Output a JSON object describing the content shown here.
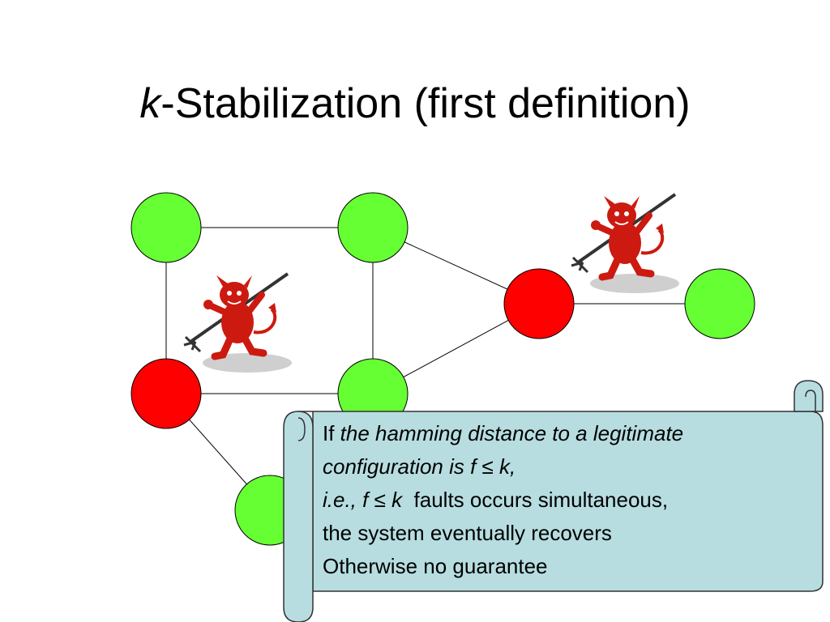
{
  "title": {
    "variable": "k",
    "rest": "-Stabilization (first definition)"
  },
  "colors": {
    "legitimate_node": "#66ff33",
    "faulty_node": "#ff0000",
    "scroll_fill": "#b7dde0",
    "devil_red": "#cc1a10"
  },
  "nodes": [
    {
      "id": "n1",
      "state": "legitimate"
    },
    {
      "id": "n2",
      "state": "legitimate"
    },
    {
      "id": "n3",
      "state": "faulty"
    },
    {
      "id": "n4",
      "state": "legitimate"
    },
    {
      "id": "n5",
      "state": "faulty"
    },
    {
      "id": "n6",
      "state": "legitimate"
    },
    {
      "id": "n7",
      "state": "legitimate"
    }
  ],
  "edges": [
    [
      "n1",
      "n2"
    ],
    [
      "n1",
      "n3"
    ],
    [
      "n2",
      "n4"
    ],
    [
      "n2",
      "n5"
    ],
    [
      "n3",
      "n4"
    ],
    [
      "n4",
      "n5"
    ],
    [
      "n5",
      "n6"
    ],
    [
      "n3",
      "n7"
    ]
  ],
  "icons": [
    "devil-icon",
    "devil-icon"
  ],
  "definition": {
    "line1_plain": "If ",
    "line1_italic": "the hamming distance to a legitimate",
    "line2_italic": "configuration is f ≤ k,",
    "line3_italic": "i.e., f ≤ k",
    "line3_plain": "  faults occurs simultaneous,",
    "line4": "the system eventually recovers",
    "line5": "Otherwise no guarantee"
  }
}
